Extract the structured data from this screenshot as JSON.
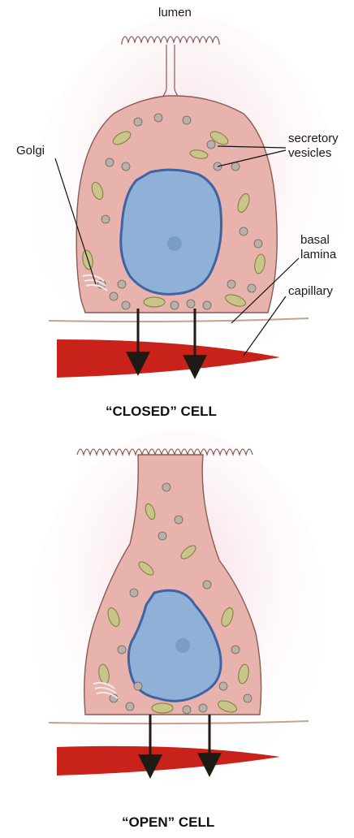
{
  "labels": {
    "lumen": "lumen",
    "golgi": "Golgi",
    "secretory_line1": "secretory",
    "secretory_line2": "vesicles",
    "basal_line1": "basal",
    "basal_line2": "lamina",
    "capillary": "capillary"
  },
  "captions": {
    "closed": "“CLOSED” CELL",
    "open": "“OPEN” CELL"
  },
  "colors": {
    "cytoplasm": "#e9b3ad",
    "cell_outline": "#8a5a55",
    "halo": "#f6dde3",
    "nucleus": "#8fb1d8",
    "nucleus_edge": "#3f63a3",
    "vesicle": "#b9b0a8",
    "mitochondria": "#c8c48a",
    "capillary": "#c9221a",
    "arrow": "#1e1a14"
  },
  "icons": {
    "microvilli": "microvilli-icon",
    "arrow": "secretion-arrow-icon"
  }
}
